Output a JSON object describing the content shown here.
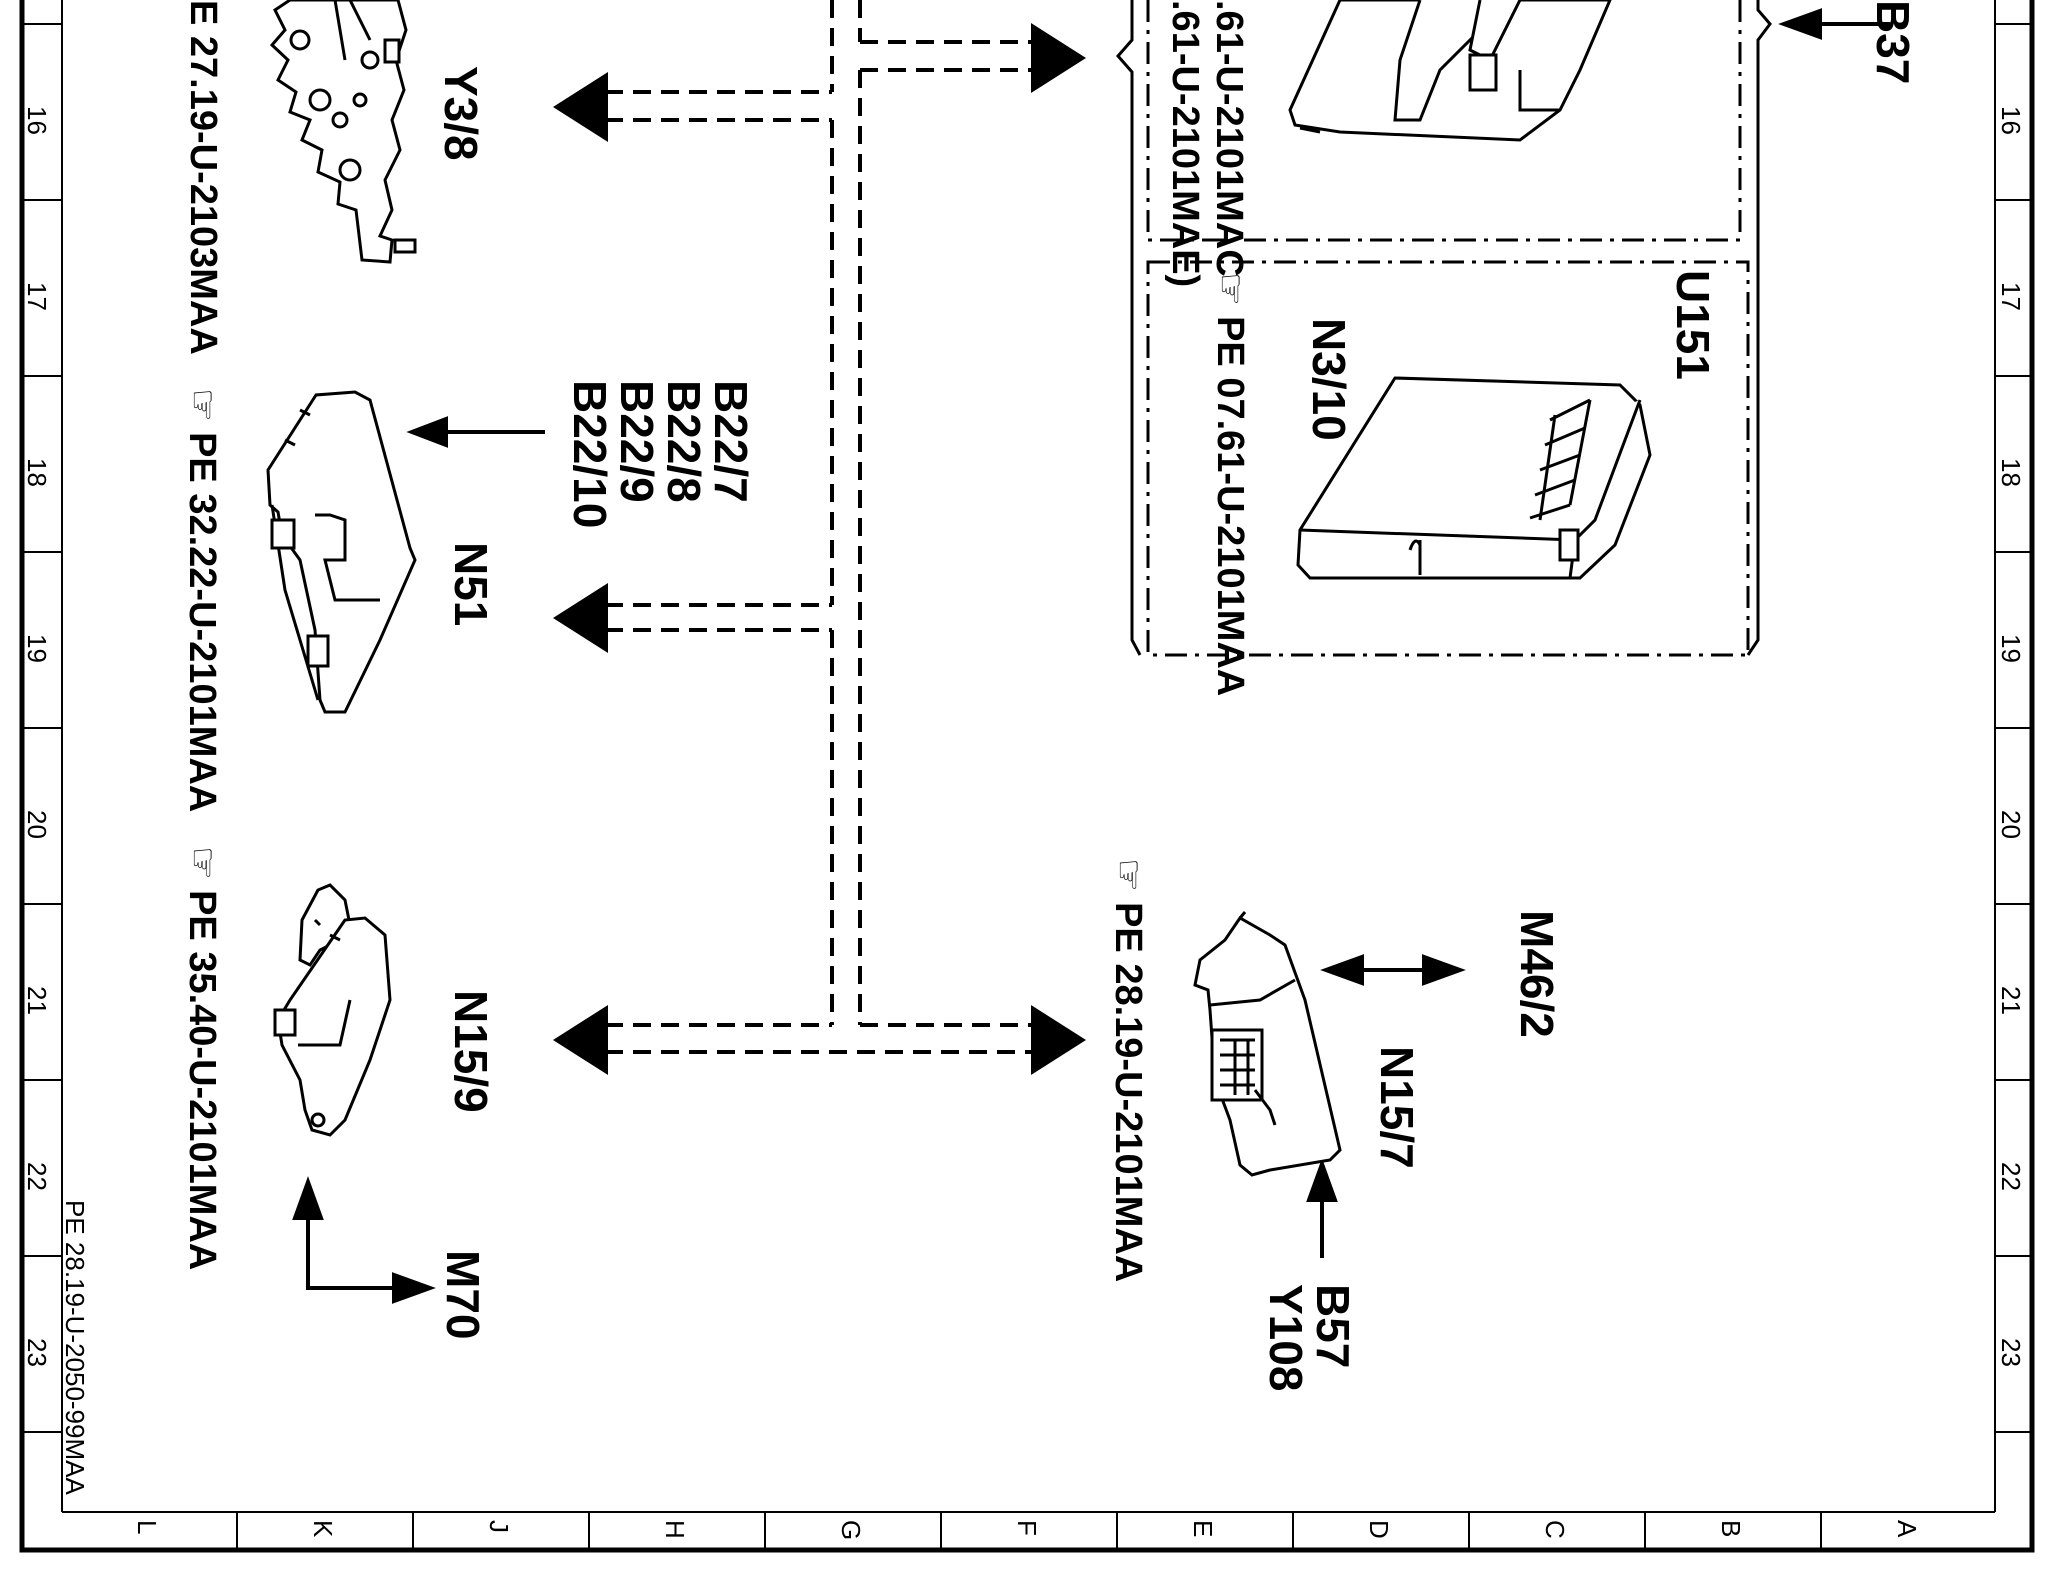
{
  "rulers": {
    "rows": [
      "16",
      "17",
      "18",
      "19",
      "20",
      "21",
      "22",
      "23"
    ],
    "columns": [
      "L",
      "K",
      "J",
      "H",
      "G",
      "F",
      "E",
      "D",
      "C",
      "B",
      "A"
    ]
  },
  "document_id": "PE 28.19-U-2050-99MAA",
  "components": {
    "y3_8": {
      "label": "Y3/8",
      "ref": "E 27.19-U-2103MAA"
    },
    "n51": {
      "label": "N51",
      "ref": "PE 32.22-U-2101MAA",
      "inputs": [
        "B22/7",
        "B22/8",
        "B22/9",
        "B22/10"
      ]
    },
    "n15_9": {
      "label": "N15/9",
      "ref": "PE 35.40-U-2101MAA",
      "outputs": [
        "M70"
      ]
    },
    "top_right_module": {
      "refs": [
        ".61-U-2101MAC",
        ".61-U-2101MAE)"
      ],
      "input": "B37"
    },
    "n3_10": {
      "label": "N3/10",
      "ref": "PE 07.61-U-2101MAA",
      "group": "U151"
    },
    "n15_7": {
      "label": "N15/7",
      "ref": "PE 28.19-U-2101MAA",
      "bidirectional": "M46/2",
      "inputs": [
        "B57",
        "Y108"
      ]
    }
  },
  "icons": {
    "reference": "pointing-hand-icon"
  },
  "hand_glyph": "☞"
}
